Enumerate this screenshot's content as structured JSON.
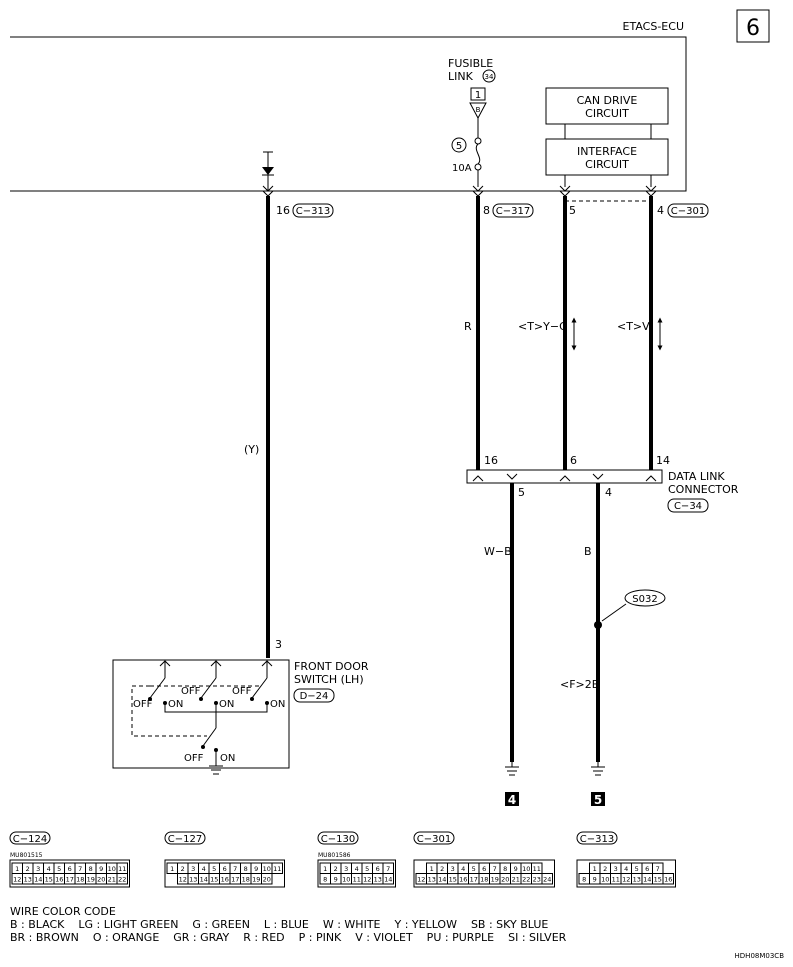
{
  "page_number": "6",
  "ecu_title": "ETACS-ECU",
  "fusible_link": {
    "label_line1": "FUSIBLE",
    "label_line2": "LINK",
    "link_number": "34",
    "connector_top": "1",
    "connector_bottom": "B",
    "fuse_number": "5",
    "rating": "10A"
  },
  "can_drive_circuit": {
    "line1": "CAN DRIVE",
    "line2": "CIRCUIT"
  },
  "interface_circuit": {
    "line1": "INTERFACE",
    "line2": "CIRCUIT"
  },
  "ecu_pins": {
    "pin16": "16",
    "conn_c313": "C−313",
    "pin8": "8",
    "conn_c317": "C−317",
    "pin5": "5",
    "pin4": "4",
    "conn_c301": "C−301"
  },
  "wires": {
    "r": "R",
    "y_g": "<T>Y−G",
    "v": "<T>V",
    "y": "(Y)",
    "w_b": "W−B",
    "b": "B",
    "f2b": "<F>2B"
  },
  "dlc": {
    "line1": "DATA LINK",
    "line2": "CONNECTOR",
    "connector": "C−34",
    "pin16": "16",
    "pin6": "6",
    "pin14": "14",
    "pin5": "5",
    "pin4": "4"
  },
  "splice": "S032",
  "door_switch": {
    "line1": "FRONT DOOR",
    "line2": "SWITCH (LH)",
    "connector": "D−24",
    "pin3": "3",
    "off": "OFF",
    "on": "ON"
  },
  "grounds": {
    "g4": "4",
    "g5": "5"
  },
  "connectors": [
    {
      "name": "C−124",
      "part": "MU801515",
      "row1": [
        "1",
        "2",
        "3",
        "4",
        "5",
        "6",
        "7",
        "8",
        "9",
        "10",
        "11"
      ],
      "row2": [
        "12",
        "13",
        "14",
        "15",
        "16",
        "17",
        "18",
        "19",
        "20",
        "21",
        "22"
      ]
    },
    {
      "name": "C−127",
      "part": "",
      "row1": [
        "1",
        "2",
        "3",
        "4",
        "5",
        "6",
        "7",
        "8",
        "9",
        "10",
        "11"
      ],
      "row2": [
        "12",
        "13",
        "14",
        "15",
        "16",
        "17",
        "18",
        "19",
        "20"
      ]
    },
    {
      "name": "C−130",
      "part": "MU801586",
      "row1": [
        "1",
        "2",
        "3",
        "4",
        "5",
        "6",
        "7"
      ],
      "row2": [
        "8",
        "9",
        "10",
        "11",
        "12",
        "13",
        "14"
      ]
    },
    {
      "name": "C−301",
      "part": "",
      "row1": [
        "1",
        "2",
        "3",
        "4",
        "5",
        "6",
        "7",
        "8",
        "9",
        "10",
        "11"
      ],
      "row2": [
        "12",
        "13",
        "14",
        "15",
        "16",
        "17",
        "18",
        "19",
        "20",
        "21",
        "22",
        "23",
        "24"
      ]
    },
    {
      "name": "C−313",
      "part": "",
      "row1": [
        "1",
        "2",
        "3",
        "4",
        "5",
        "6",
        "7"
      ],
      "row2": [
        "8",
        "9",
        "10",
        "11",
        "12",
        "13",
        "14",
        "15",
        "16"
      ]
    }
  ],
  "color_code": {
    "title": "WIRE COLOR CODE",
    "line1": "B : BLACK    LG : LIGHT GREEN    G : GREEN    L : BLUE    W : WHITE    Y : YELLOW    SB : SKY BLUE",
    "line2": "BR : BROWN    O : ORANGE    GR : GRAY    R : RED    P : PINK    V : VIOLET    PU : PURPLE    SI : SILVER"
  },
  "diagram_code": "HDH08M03CB"
}
